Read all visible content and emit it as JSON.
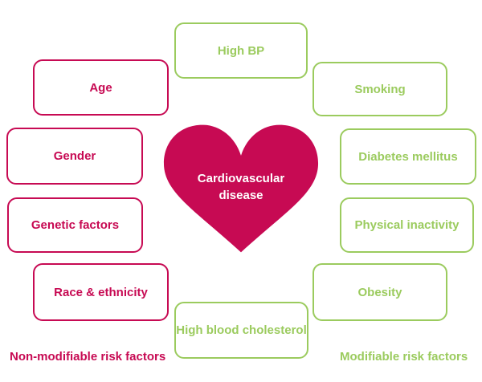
{
  "colors": {
    "pink": "#C70A53",
    "green": "#9BCB5E",
    "heart_text": "#FFFFFF",
    "background": "#FFFFFF"
  },
  "heart": {
    "line1": "Cardiovascular",
    "line2": "disease"
  },
  "non_modifiable": {
    "group_label": "Non-modifiable risk factors",
    "items": [
      {
        "label": "Age"
      },
      {
        "label": "Gender"
      },
      {
        "label": "Genetic factors"
      },
      {
        "label": "Race & ethnicity"
      }
    ]
  },
  "modifiable": {
    "group_label": "Modifiable risk factors",
    "items": [
      {
        "label": "High BP"
      },
      {
        "label": "Smoking"
      },
      {
        "label": "Diabetes mellitus"
      },
      {
        "label": "Physical inactivity"
      },
      {
        "label": "Obesity"
      },
      {
        "label": "High blood cholesterol"
      }
    ]
  }
}
